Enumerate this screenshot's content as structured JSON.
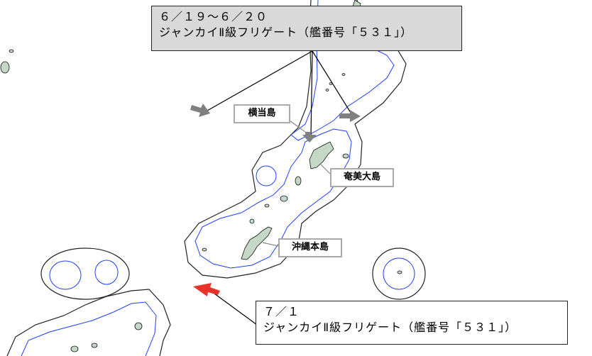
{
  "annotations": {
    "top": {
      "line1": "６／１９～６／２０",
      "line2": "ジャンカイⅡ級フリゲート（艦番号「５３１」）"
    },
    "bottom": {
      "line1": "７／１",
      "line2": "ジャンカイⅡ級フリゲート（艦番号「５３１」）"
    }
  },
  "places": {
    "yokoate": "横当島",
    "amami": "奄美大島",
    "okinawa": "沖縄本島"
  },
  "colors": {
    "land": "#c5d8c5",
    "coast_line": "#111111",
    "contiguous_zone": "#222222",
    "territorial_sea": "#1f3fff",
    "arrow_past": "#808080",
    "arrow_current": "#e8322a",
    "top_box_fill": "#d9d9d9"
  }
}
